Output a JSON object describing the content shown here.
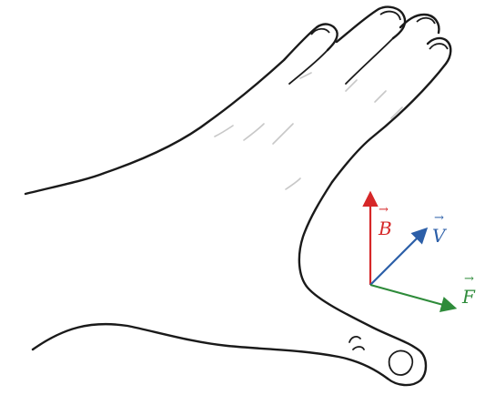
{
  "vectors": [
    {
      "id": "B",
      "label": "B",
      "color": "#d62728"
    },
    {
      "id": "V",
      "label": "V",
      "color": "#2c5fa8"
    },
    {
      "id": "F",
      "label": "F",
      "color": "#2e8b3a"
    }
  ]
}
